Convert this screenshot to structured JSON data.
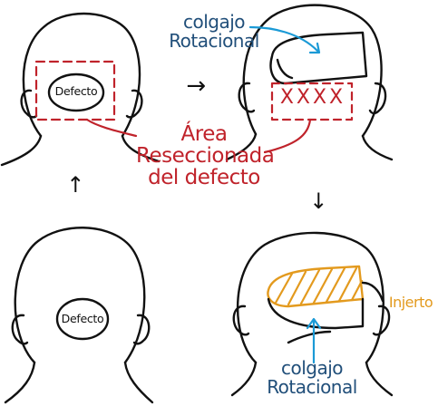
{
  "labels": {
    "defect_top": "Defecto",
    "defect_bottom": "Defecto",
    "rotation_flap_top": {
      "line1": "colgajo",
      "line2": "Rotacional"
    },
    "resected_area": {
      "line1": "Área",
      "line2": "Reseccionada",
      "line3": "del defecto"
    },
    "excision_marks": "XXXX",
    "graft": "Injerto",
    "rotation_flap_bottom": {
      "line1": "colgajo",
      "line2": "Rotacional"
    },
    "arrow_right": "→",
    "arrow_up": "↑",
    "arrow_down": "↓"
  },
  "colors": {
    "outline": "#111111",
    "defect_marking": "#c0232b",
    "flap_arrow": "#1b9ad6",
    "flap_text": "#214f7a",
    "graft": "#e39a1e"
  }
}
